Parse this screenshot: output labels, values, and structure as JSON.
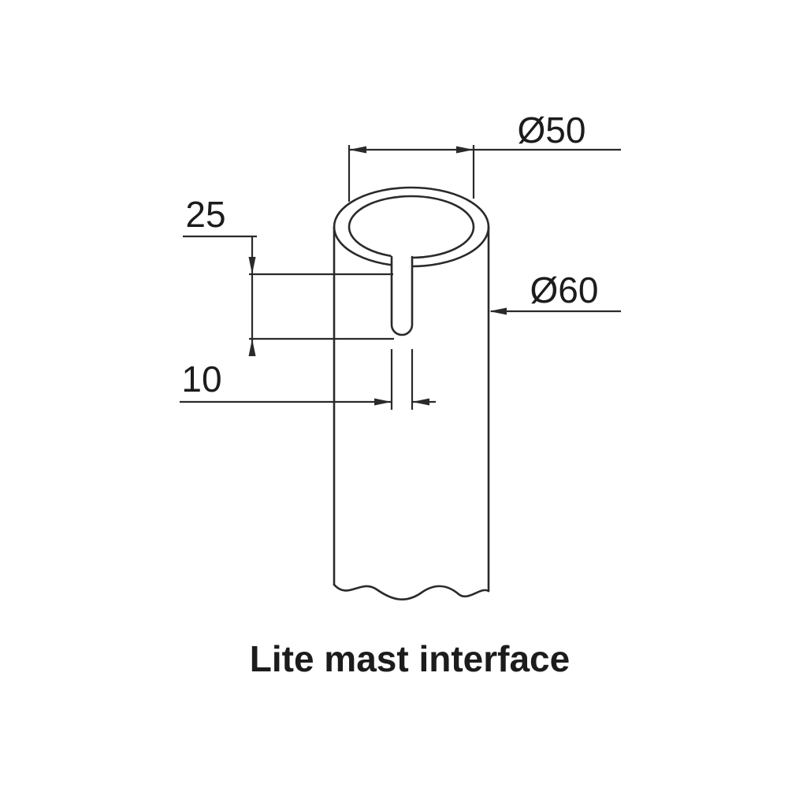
{
  "drawing": {
    "caption": "Lite mast interface",
    "labels": {
      "top_diameter": "Ø50",
      "side_diameter": "Ø60",
      "slot_depth": "25",
      "slot_width": "10"
    }
  }
}
